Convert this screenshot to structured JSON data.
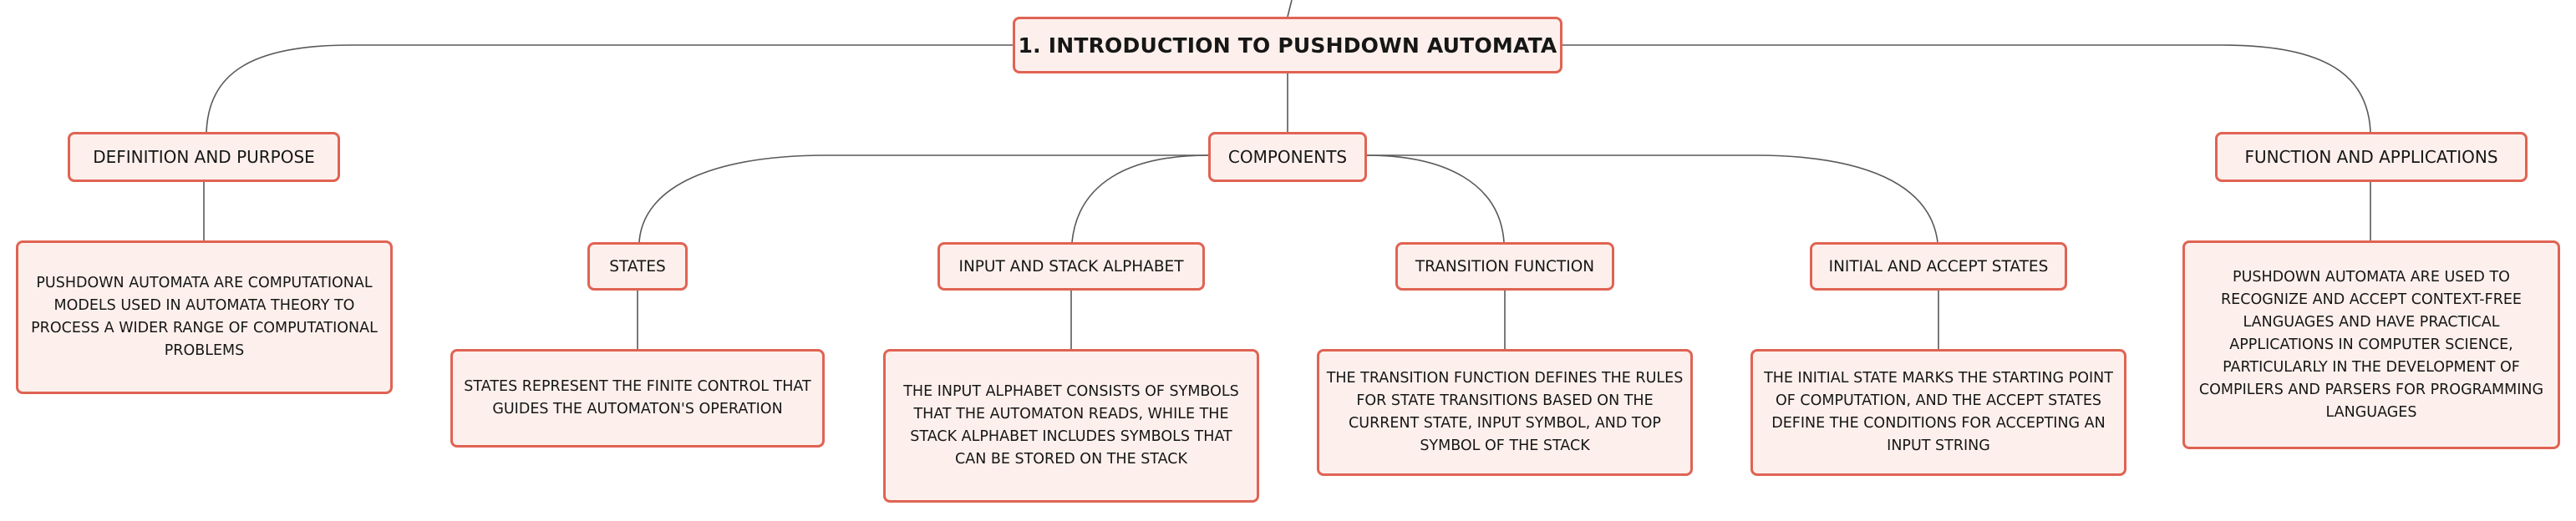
{
  "root": {
    "label": "1. INTRODUCTION TO PUSHDOWN AUTOMATA"
  },
  "branches": {
    "definition": {
      "label": "DEFINITION AND PURPOSE",
      "detail": "PUSHDOWN AUTOMATA ARE COMPUTATIONAL MODELS USED IN AUTOMATA THEORY TO PROCESS A WIDER RANGE OF COMPUTATIONAL PROBLEMS"
    },
    "components": {
      "label": "COMPONENTS",
      "children": {
        "states": {
          "label": "STATES",
          "detail": "STATES REPRESENT THE FINITE CONTROL THAT GUIDES THE AUTOMATON'S OPERATION"
        },
        "alphabet": {
          "label": "INPUT AND STACK ALPHABET",
          "detail": "THE INPUT ALPHABET CONSISTS OF SYMBOLS THAT THE AUTOMATON READS, WHILE THE STACK ALPHABET INCLUDES SYMBOLS THAT CAN BE STORED ON THE STACK"
        },
        "transition": {
          "label": "TRANSITION FUNCTION",
          "detail": "THE TRANSITION FUNCTION DEFINES THE RULES FOR STATE TRANSITIONS BASED ON THE CURRENT STATE, INPUT SYMBOL, AND TOP SYMBOL OF THE STACK"
        },
        "initial_accept": {
          "label": "INITIAL AND ACCEPT STATES",
          "detail": "THE INITIAL STATE MARKS THE STARTING POINT OF COMPUTATION, AND THE ACCEPT STATES DEFINE THE CONDITIONS FOR ACCEPTING AN INPUT STRING"
        }
      }
    },
    "applications": {
      "label": "FUNCTION AND APPLICATIONS",
      "detail": "PUSHDOWN AUTOMATA ARE USED TO RECOGNIZE AND ACCEPT CONTEXT-FREE LANGUAGES AND HAVE PRACTICAL APPLICATIONS IN COMPUTER SCIENCE, PARTICULARLY IN THE DEVELOPMENT OF COMPILERS AND PARSERS FOR PROGRAMMING LANGUAGES"
    }
  },
  "colors": {
    "node_border": "#e06353",
    "node_fill": "#fdf0ec",
    "connector": "#595959",
    "text": "#161616"
  }
}
